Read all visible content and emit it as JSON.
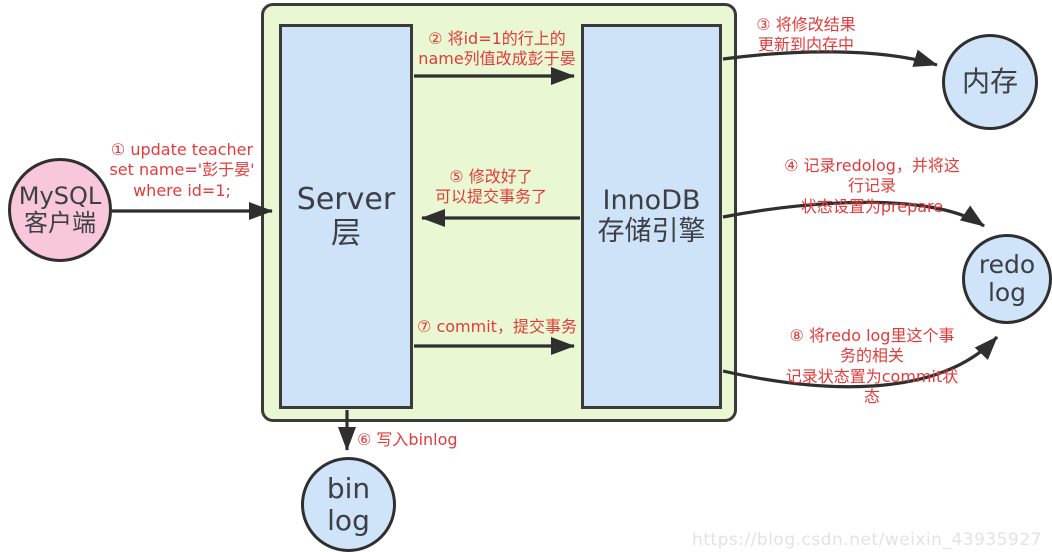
{
  "diagram": {
    "title_hint": "MySQL update statement execution flow (redo log / binlog two-phase commit)",
    "nodes": {
      "mysql_client": {
        "label": "MySQL\n客户端"
      },
      "server_layer": {
        "label": "Server层"
      },
      "innodb": {
        "label": "InnoDB\n存储引擎"
      },
      "memory": {
        "label": "内存"
      },
      "redo_log": {
        "label": "redo\nlog"
      },
      "bin_log": {
        "label": "bin\nlog"
      }
    },
    "steps": {
      "step1": "① update teacher\nset name='彭于晏'\nwhere id=1;",
      "step2": "② 将id=1的行上的\nname列值改成彭于晏",
      "step3": "③ 将修改结果\n更新到内存中",
      "step4": "④ 记录redolog，并将这行记录\n状态设置为prepare",
      "step5": "⑤ 修改好了\n可以提交事务了",
      "step6": "⑥ 写入binlog",
      "step7": "⑦ commit，提交事务",
      "step8": "⑧ 将redo log里这个事务的相关\n记录状态置为commit状态"
    },
    "watermark": "https://blog.csdn.net/weixin_43935927",
    "colors": {
      "accent_red": "#e23b3b",
      "node_blue": "#cfe3f8",
      "node_pink": "#f8c7dc",
      "container_green": "#e9f8d2",
      "border_dark": "#3a3a3a",
      "arrow_black": "#2f2f2f"
    }
  }
}
